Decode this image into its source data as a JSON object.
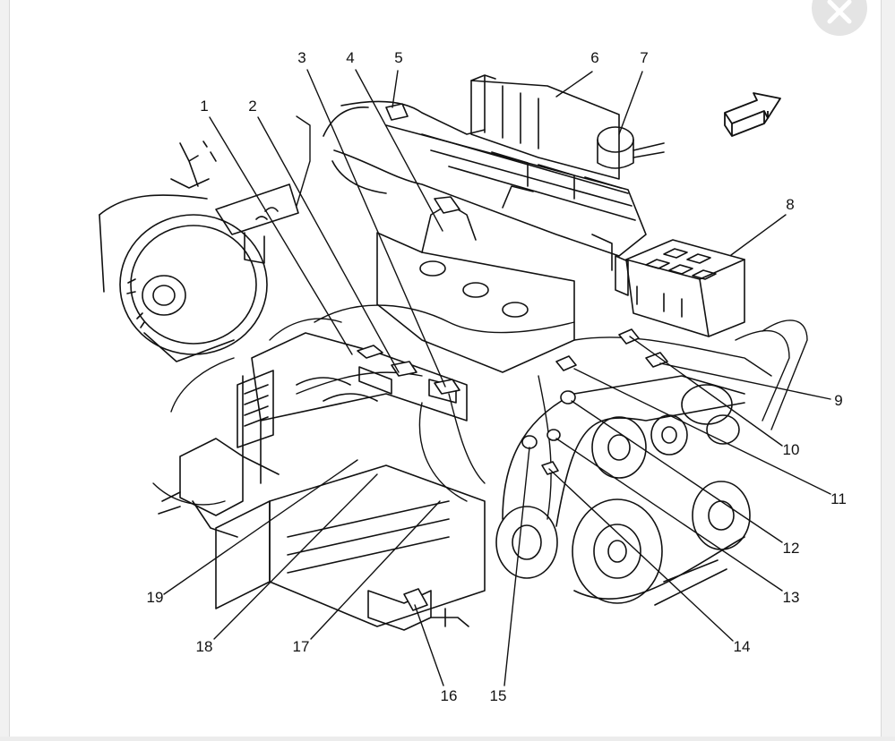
{
  "viewer": {
    "close_icon": "close-icon"
  },
  "diagram": {
    "arrow_icon": "direction-arrow-icon",
    "callouts": [
      {
        "id": "1",
        "label": "1"
      },
      {
        "id": "2",
        "label": "2"
      },
      {
        "id": "3",
        "label": "3"
      },
      {
        "id": "4",
        "label": "4"
      },
      {
        "id": "5",
        "label": "5"
      },
      {
        "id": "6",
        "label": "6"
      },
      {
        "id": "7",
        "label": "7"
      },
      {
        "id": "8",
        "label": "8"
      },
      {
        "id": "9",
        "label": "9"
      },
      {
        "id": "10",
        "label": "10"
      },
      {
        "id": "11",
        "label": "11"
      },
      {
        "id": "12",
        "label": "12"
      },
      {
        "id": "13",
        "label": "13"
      },
      {
        "id": "14",
        "label": "14"
      },
      {
        "id": "15",
        "label": "15"
      },
      {
        "id": "16",
        "label": "16"
      },
      {
        "id": "17",
        "label": "17"
      },
      {
        "id": "18",
        "label": "18"
      },
      {
        "id": "19",
        "label": "19"
      }
    ]
  }
}
